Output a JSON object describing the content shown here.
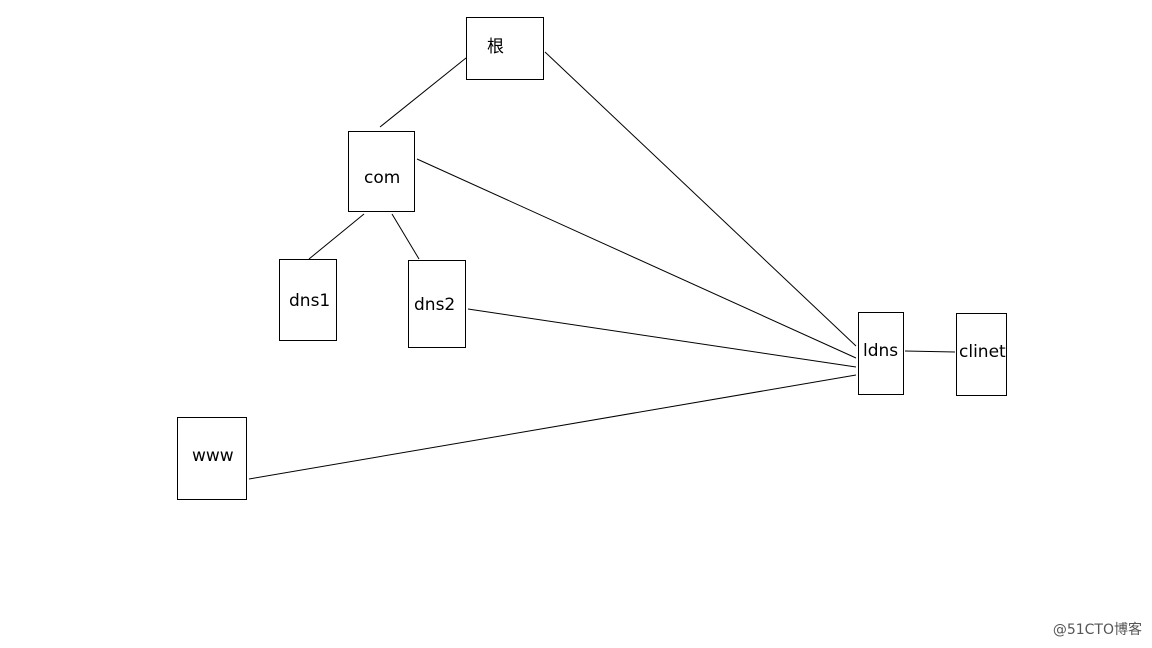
{
  "nodes": {
    "root": {
      "label": "根"
    },
    "com": {
      "label": "com"
    },
    "dns1": {
      "label": "dns1"
    },
    "dns2": {
      "label": "dns2"
    },
    "www": {
      "label": "www"
    },
    "ldns": {
      "label": "ldns"
    },
    "clinet": {
      "label": "clinet"
    }
  },
  "edges": [
    {
      "from": "root",
      "to": "com"
    },
    {
      "from": "com",
      "to": "dns1"
    },
    {
      "from": "com",
      "to": "dns2"
    },
    {
      "from": "root",
      "to": "ldns"
    },
    {
      "from": "com",
      "to": "ldns"
    },
    {
      "from": "dns2",
      "to": "ldns"
    },
    {
      "from": "www",
      "to": "ldns"
    },
    {
      "from": "ldns",
      "to": "clinet"
    }
  ],
  "colors": {
    "stroke": "#000000",
    "background": "#ffffff"
  },
  "watermark": "@51CTO博客"
}
